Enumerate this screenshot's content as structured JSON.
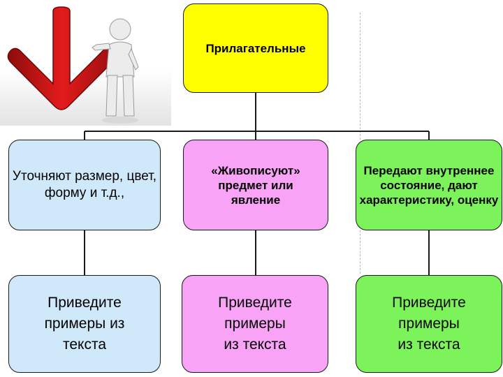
{
  "colors": {
    "root": "#ffff00",
    "blue": "#cfe9fb",
    "pink": "#f8a3f6",
    "green": "#7cf35a"
  },
  "icons": [
    "red-down-arrow-icon",
    "pointing-person-icon"
  ],
  "root": {
    "label": "Прилагательные"
  },
  "level1": [
    {
      "label": "Уточняют размер, цвет, форму и т.д.,"
    },
    {
      "label": "«Живописуют» предмет или явление"
    },
    {
      "label": "Передают внутреннее состояние, дают характеристику, оценку"
    }
  ],
  "level2": [
    {
      "label": "Приведите примеры из текста"
    },
    {
      "label": "Приведите примеры из текста"
    },
    {
      "label": "Приведите примеры из текста"
    }
  ]
}
